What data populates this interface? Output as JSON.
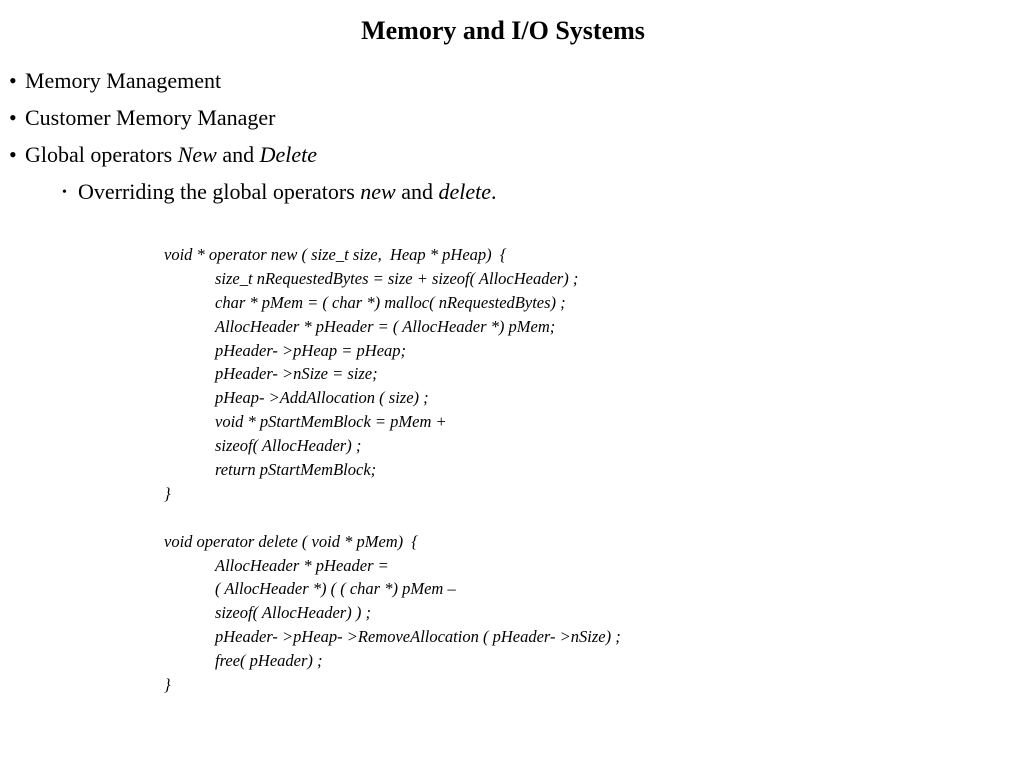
{
  "slide": {
    "title": "Memory and I/O Systems"
  },
  "bullets": [
    {
      "marker": "•",
      "text": "Memory Management"
    },
    {
      "marker": "•",
      "text": "Customer Memory Manager"
    },
    {
      "marker": "•",
      "prefix": "Global operators ",
      "em1": "New",
      "mid": " and ",
      "em2": "Delete"
    }
  ],
  "subbullet": {
    "marker": "•",
    "prefix": "Overriding the global operators ",
    "em1": "new",
    "mid": " and ",
    "em2": "delete",
    "suffix": "."
  },
  "code": {
    "new_lines": [
      "void * operator new ( size_t size,  Heap * pHeap)  {",
      "size_t nRequestedBytes = size + sizeof( AllocHeader) ;",
      "char * pMem = ( char *) malloc( nRequestedBytes) ;",
      "AllocHeader * pHeader = ( AllocHeader *) pMem;",
      "pHeader- >pHeap = pHeap;",
      "pHeader- >nSize = size;",
      "pHeap- >AddAllocation ( size) ;",
      "void * pStartMemBlock = pMem +",
      "sizeof( AllocHeader) ;",
      "return pStartMemBlock;",
      "}"
    ],
    "delete_lines": [
      "void operator delete ( void * pMem)  {",
      "AllocHeader * pHeader =",
      "( AllocHeader *) ( ( char *) pMem –",
      "sizeof( AllocHeader) ) ;",
      "pHeader- >pHeap- >RemoveAllocation ( pHeader- >nSize) ;",
      "free( pHeader) ;",
      "}"
    ]
  }
}
